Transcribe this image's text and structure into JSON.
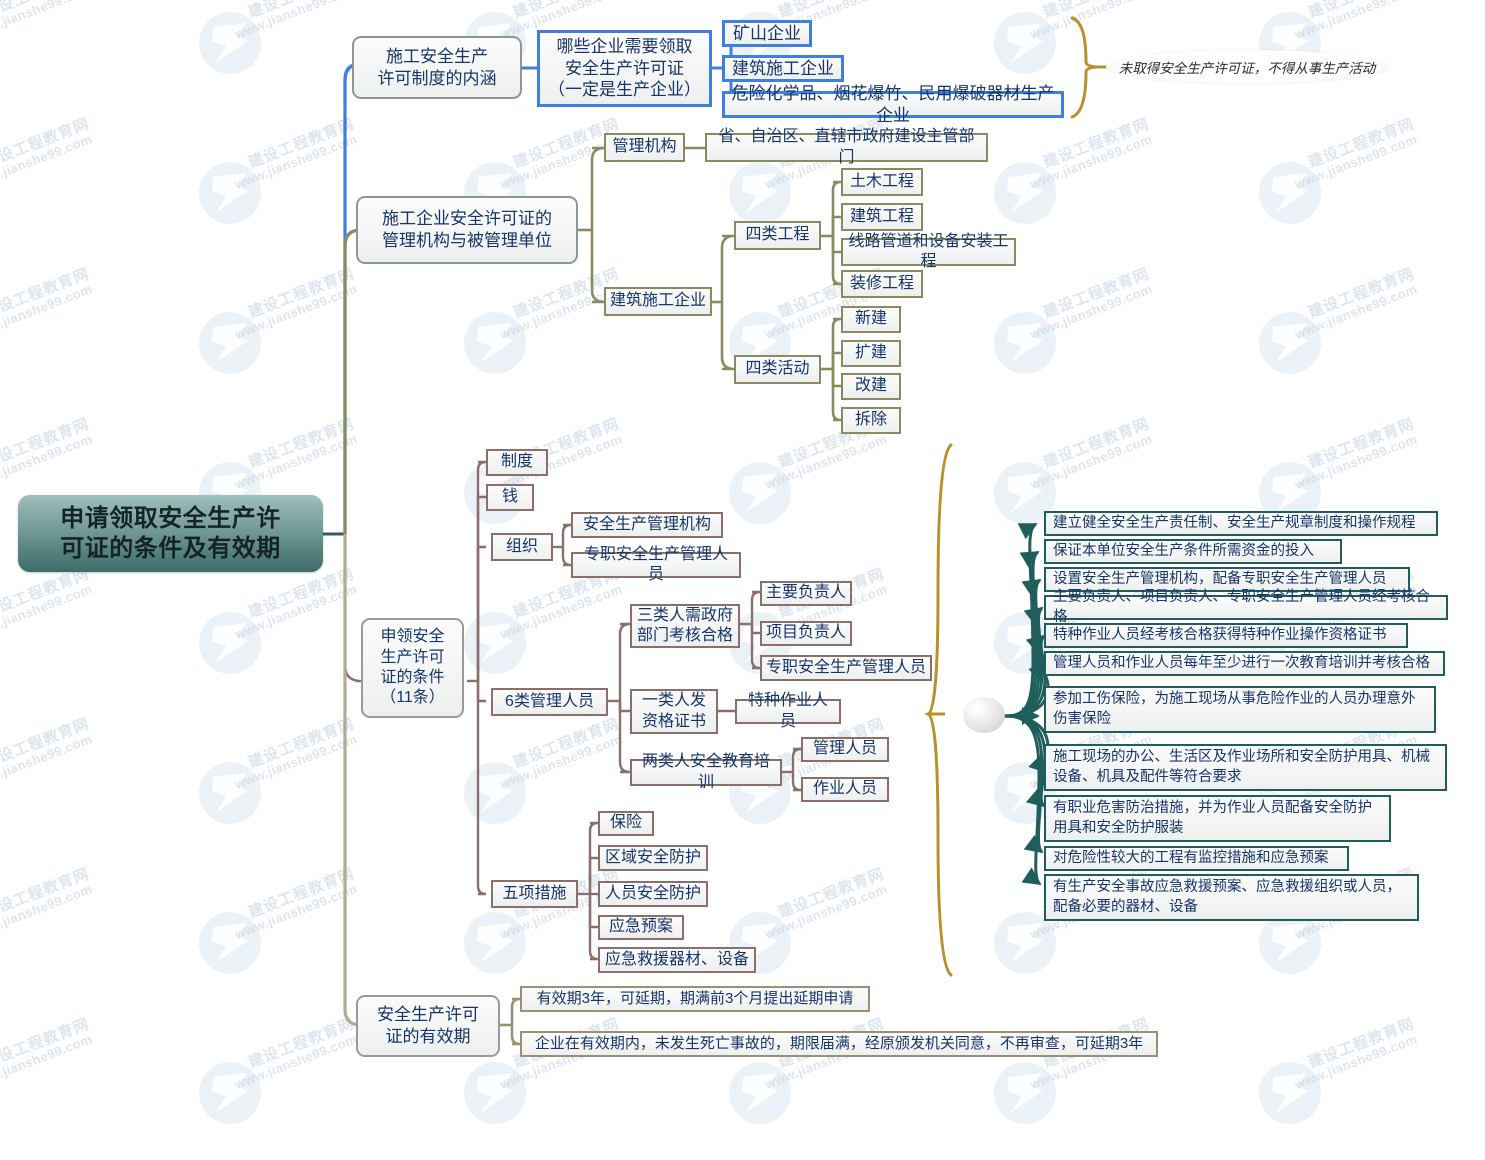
{
  "meta": {
    "watermark_line1": "建设工程教育网",
    "watermark_line2": "www.jianshe99.com",
    "colors": {
      "root_bg_top": "#9fc0bd",
      "root_bg_bottom": "#3d6c68",
      "branch1": "#3f7fe0",
      "branch2": "#8a8a63",
      "branch3": "#8b6f6a",
      "branch4": "#9a9076",
      "brace_gold": "#b8912a",
      "arrow_teal": "#1f5e5b",
      "node_text": "#15356b"
    }
  },
  "root": {
    "title": "申请领取安全生产许\n可证的条件及有效期"
  },
  "branch1": {
    "title": "施工安全生产\n许可制度的内涵",
    "question": "哪些企业需要领取\n安全生产许可证\n（一定是生产企业）",
    "enterprises": [
      "矿山企业",
      "建筑施工企业",
      "危险化学品、烟花爆竹、民用爆破器材生产企业"
    ],
    "annotation": "未取得安全生产许可证，不得从事生产活动"
  },
  "branch2": {
    "title": "施工企业安全许可证的\n管理机构与被管理单位",
    "admin_label": "管理机构",
    "admin_value": "省、自治区、直辖市政府建设主管部门",
    "enterprise_label": "建筑施工企业",
    "four_projects_label": "四类工程",
    "four_projects": [
      "土木工程",
      "建筑工程",
      "线路管道和设备安装工程",
      "装修工程"
    ],
    "four_activities_label": "四类活动",
    "four_activities": [
      "新建",
      "扩建",
      "改建",
      "拆除"
    ]
  },
  "branch3": {
    "title": "申领安全\n生产许可\n证的条件\n（11条）",
    "items": [
      {
        "label": "制度"
      },
      {
        "label": "钱"
      },
      {
        "label": "组织",
        "children": [
          "安全生产管理机构",
          "专职安全生产管理人员"
        ]
      },
      {
        "label": "6类管理人员"
      },
      {
        "label": "五项措施"
      }
    ],
    "mgmt_groups": [
      {
        "label": "三类人需政府\n部门考核合格",
        "children": [
          "主要负责人",
          "项目负责人",
          "专职安全生产管理人员"
        ]
      },
      {
        "label": "一类人发\n资格证书",
        "children": [
          "特种作业人员"
        ]
      },
      {
        "label": "两类人安全教育培训",
        "children": [
          "管理人员",
          "作业人员"
        ]
      }
    ],
    "measures": [
      "保险",
      "区域安全防护",
      "人员安全防护",
      "应急预案",
      "应急救援器材、设备"
    ],
    "conditions": [
      "建立健全安全生产责任制、安全生产规章制度和操作规程",
      "保证本单位安全生产条件所需资金的投入",
      "设置安全生产管理机构，配备专职安全生产管理人员",
      "主要负责人、项目负责人、专职安全生产管理人员经考核合格",
      "特种作业人员经考核合格获得特种作业操作资格证书",
      "管理人员和作业人员每年至少进行一次教育培训并考核合格",
      "参加工伤保险，为施工现场从事危险作业的人员办理意外伤害保险",
      "施工现场的办公、生活区及作业场所和安全防护用具、机械设备、机具及配件等符合要求",
      "有职业危害防治措施，并为作业人员配备安全防护用具和安全防护服装",
      "对危险性较大的工程有监控措施和应急预案",
      "有生产安全事故应急救援预案、应急救援组织或人员，配备必要的器材、设备"
    ]
  },
  "branch4": {
    "title": "安全生产许可\n证的有效期",
    "items": [
      "有效期3年，可延期，期满前3个月提出延期申请",
      "企业在有效期内，未发生死亡事故的，期限届满，经原颁发机关同意，不再审查，可延期3年"
    ]
  }
}
